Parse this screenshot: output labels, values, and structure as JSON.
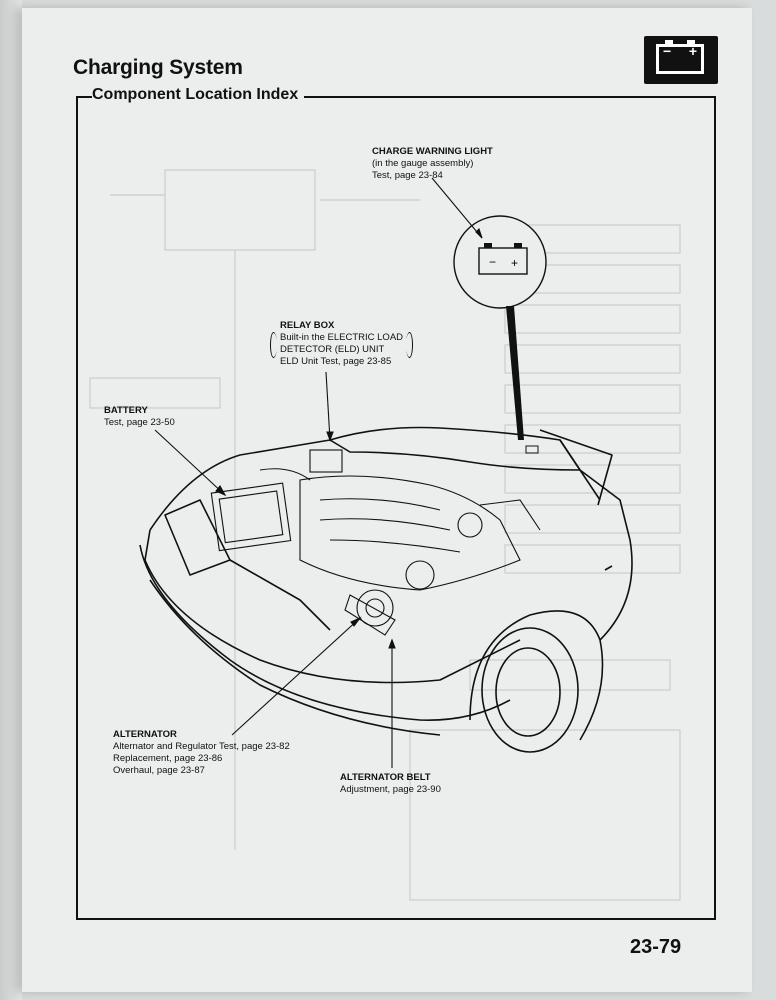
{
  "header": {
    "title": "Charging System",
    "subtitle": "Component Location Index",
    "tab_icon": "battery-icon",
    "tab_minus": "−",
    "tab_plus": "+"
  },
  "callouts": {
    "charge_warning_light": {
      "heading": "CHARGE WARNING LIGHT",
      "line1": "(in the gauge assembly)",
      "line2": "Test, page 23-84"
    },
    "relay_box": {
      "heading": "RELAY BOX",
      "line1": "Built-in the ELECTRIC LOAD",
      "line2": "DETECTOR (ELD) UNIT",
      "line3": "ELD Unit Test, page 23-85"
    },
    "battery": {
      "heading": "BATTERY",
      "line1": "Test, page 23-50"
    },
    "alternator": {
      "heading": "ALTERNATOR",
      "line1": "Alternator and Regulator Test, page 23-82",
      "line2": "Replacement, page 23-86",
      "line3": "Overhaul, page 23-87"
    },
    "alternator_belt": {
      "heading": "ALTERNATOR BELT",
      "line1": "Adjustment, page 23-90"
    }
  },
  "gauge_symbol": {
    "minus": "−",
    "plus": "+"
  },
  "footer": {
    "page_number": "23-79"
  }
}
